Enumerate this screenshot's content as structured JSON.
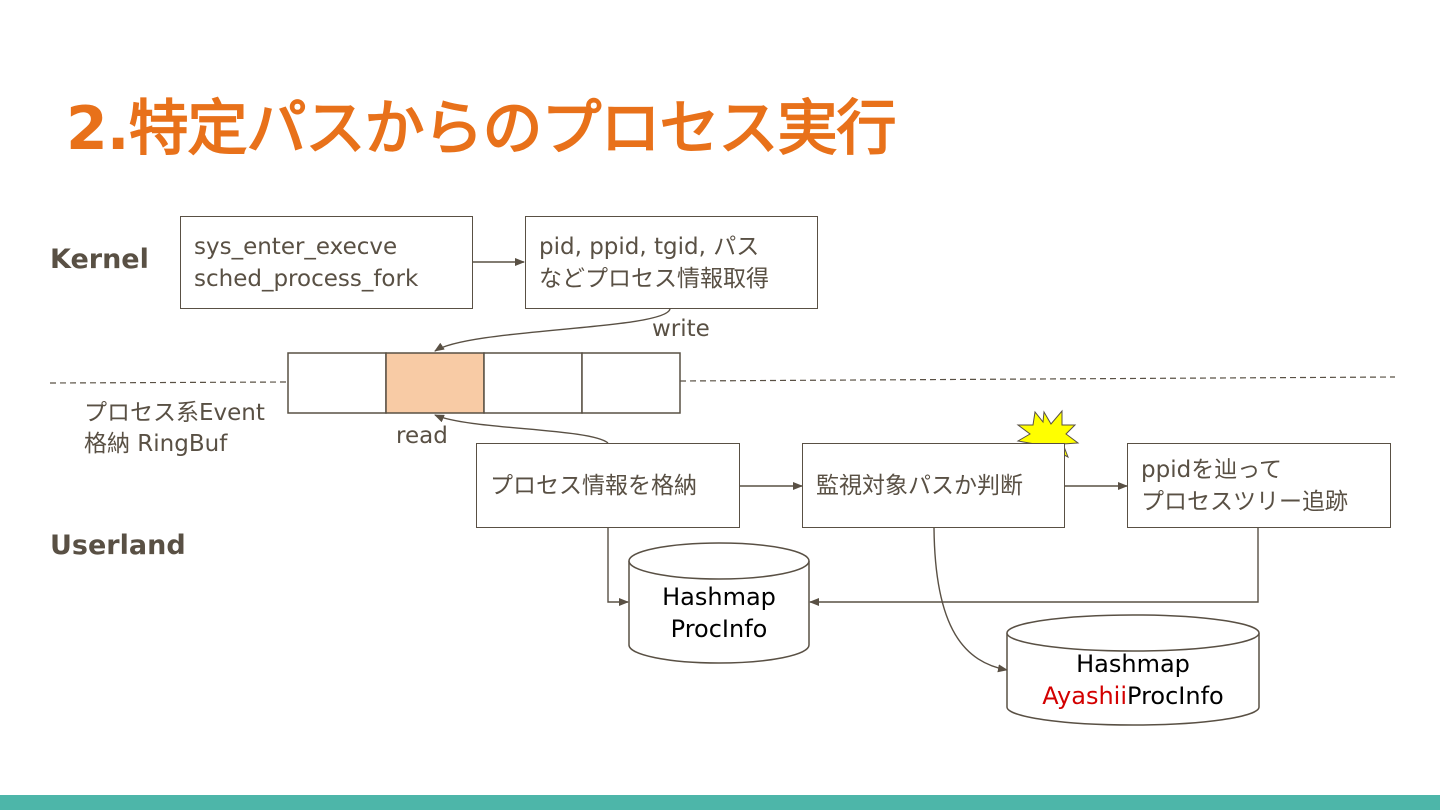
{
  "slide": {
    "title": "2.特定パスからのプロセス実行",
    "layers": {
      "kernel": "Kernel",
      "userland": "Userland"
    },
    "ringbuf_label": {
      "line1": "プロセス系Event",
      "line2": "格納 RingBuf"
    },
    "nodes": {
      "tracepoints": {
        "line1": "sys_enter_execve",
        "line2": "sched_process_fork"
      },
      "get_info": {
        "line1": "pid, ppid, tgid, パス",
        "line2": "などプロセス情報取得"
      },
      "store_info": {
        "line1": "プロセス情報を格納"
      },
      "judge_path": {
        "line1": "監視対象パスか判断"
      },
      "trace_tree": {
        "line1": "ppidを辿って",
        "line2": "プロセスツリー追跡"
      }
    },
    "stores": {
      "procinfo": {
        "line1": "Hashmap",
        "line2": "ProcInfo"
      },
      "ayashii": {
        "line1": "Hashmap",
        "line2_accent": "Ayashii",
        "line2_rest": "ProcInfo"
      }
    },
    "edges": {
      "write": "write",
      "read": "read"
    },
    "colors": {
      "title": "#e8711a",
      "text": "#595044",
      "ring_active": "#f8cba5",
      "accent": "#d30000",
      "burst": "#ffff00",
      "bar": "#4db6a9"
    }
  }
}
